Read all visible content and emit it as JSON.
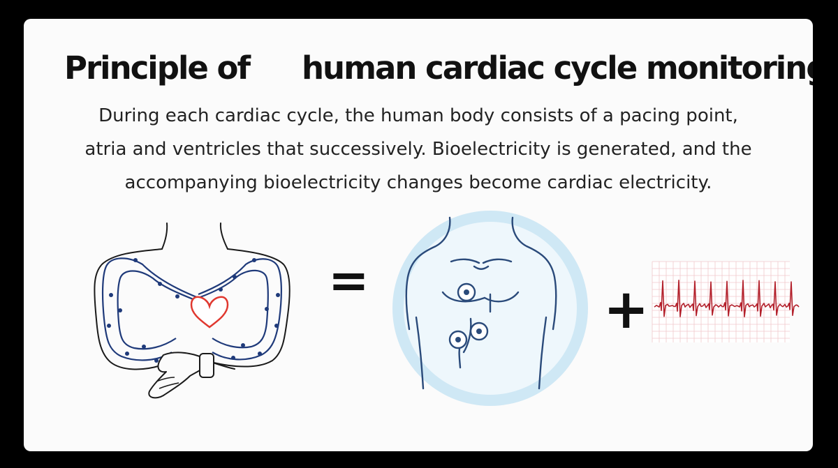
{
  "title": {
    "part1": "Principle of",
    "part2": "human cardiac cycle monitoring"
  },
  "description": {
    "line1": "During each cardiac cycle, the human body consists of a pacing point,",
    "line2": "atria and ventricles that successively. Bioelectricity is generated, and the",
    "line3": "accompanying bioelectricity changes become cardiac electricity."
  },
  "symbols": {
    "equals": "=",
    "plus": "+"
  },
  "colors": {
    "outline": "#1a1a1a",
    "pathway": "#1f3a7a",
    "heart": "#e0382f",
    "torso_bg": "#cfe8f5",
    "torso_line": "#2a4a7a",
    "ecg_line": "#b3202b",
    "ecg_grid": "#f0c9cc"
  },
  "icons": [
    "body-with-smartwatch-icon",
    "heart-icon",
    "torso-with-electrodes-icon",
    "ecg-strip-icon"
  ]
}
